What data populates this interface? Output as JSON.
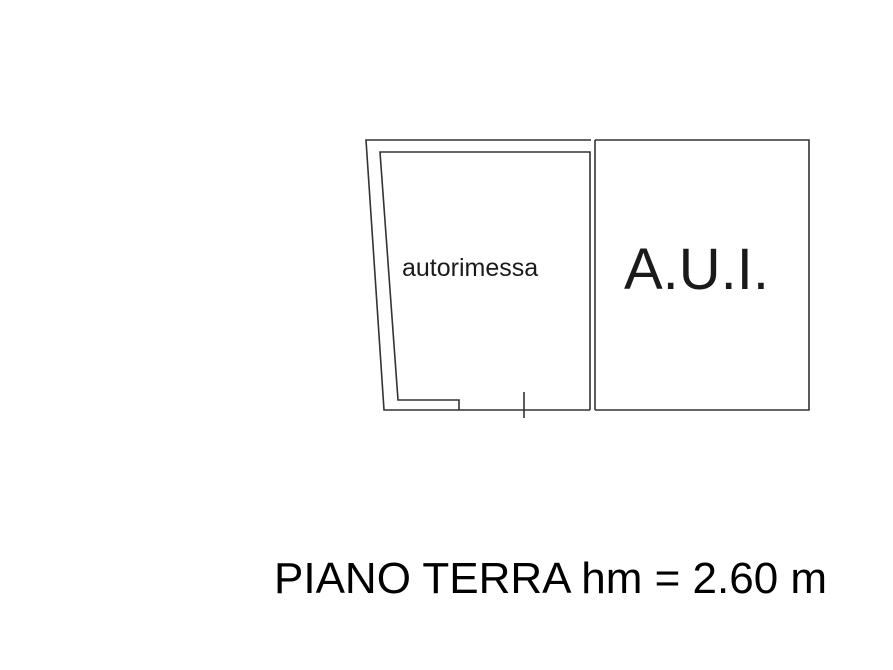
{
  "plan": {
    "rooms": [
      {
        "id": "garage",
        "label": "autorimessa"
      },
      {
        "id": "aui",
        "label": "A.U.I."
      }
    ],
    "floor_title": "PIANO TERRA hm = 2.60 m"
  },
  "colors": {
    "background": "#ffffff",
    "line": "#333333",
    "text": "#1a1a1a"
  }
}
